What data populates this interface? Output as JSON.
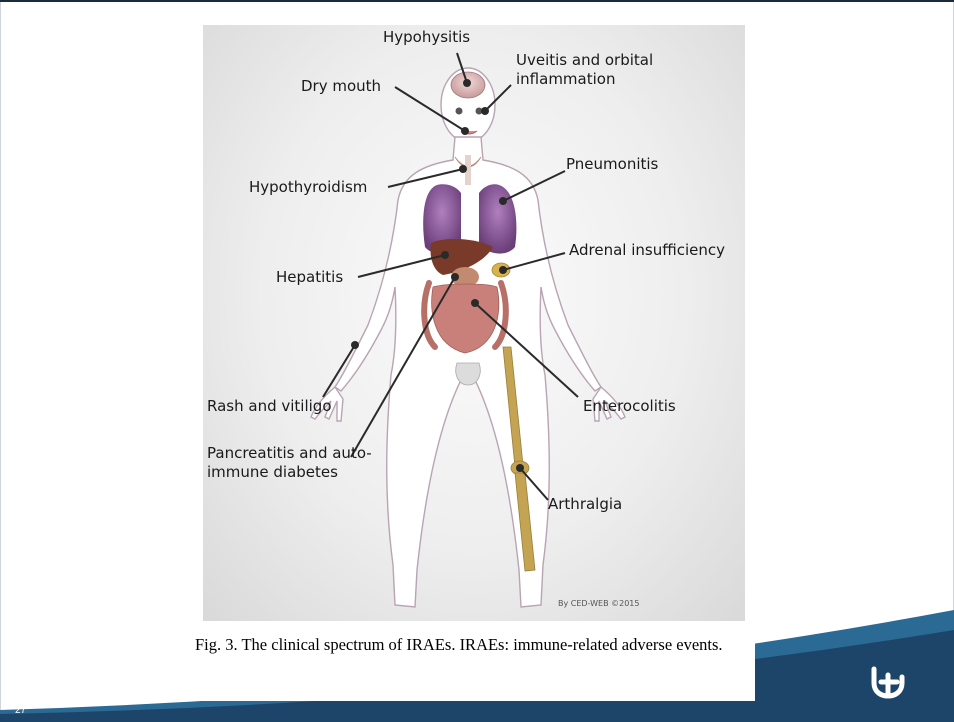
{
  "slide": {
    "number": "27"
  },
  "figure": {
    "credit": "By CED-WEB ©2015",
    "labels": {
      "hypophysitis": "Hypohysitis",
      "uveitis": "Uveitis and orbital inflammation",
      "dry_mouth": "Dry mouth",
      "pneumonitis": "Pneumonitis",
      "hypothyroidism": "Hypothyroidism",
      "adrenal": "Adrenal insufficiency",
      "hepatitis": "Hepatitis",
      "rash": "Rash and vitiligo",
      "enterocolitis": "Enterocolitis",
      "pancreatitis": "Pancreatitis and auto-immune diabetes",
      "arthralgia": "Arthralgia"
    }
  },
  "caption": "Fig. 3. The clinical spectrum of IRAEs. IRAEs: immune-related adverse events.",
  "colors": {
    "footer_dark": "#1d4569",
    "footer_light": "#2b6a95",
    "leader_line": "#2a2a2a",
    "lung": "#8a5b95",
    "liver": "#7a3a2a",
    "bone": "#c4a353"
  }
}
